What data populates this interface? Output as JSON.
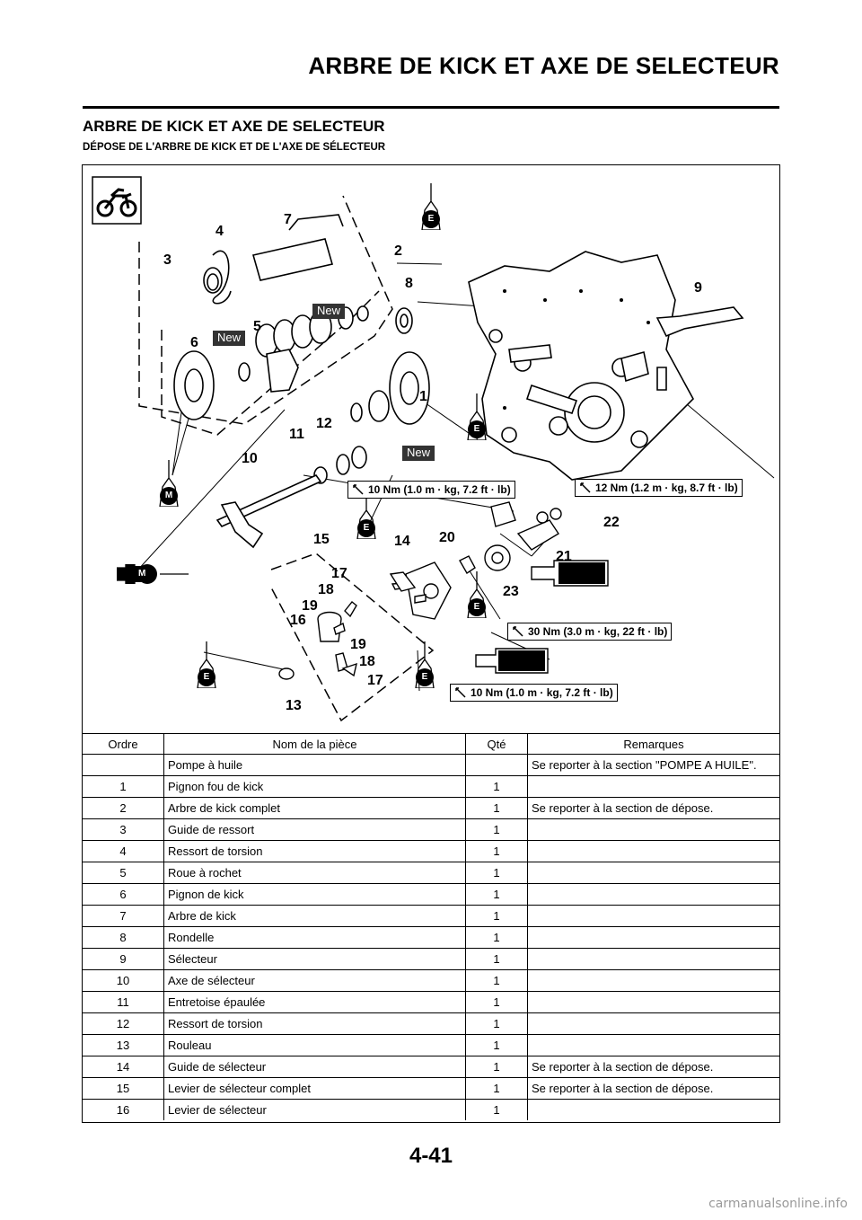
{
  "header": {
    "title": "ARBRE DE KICK ET AXE DE SELECTEUR"
  },
  "section": {
    "title": "ARBRE DE KICK ET AXE DE SELECTEUR",
    "subtitle": "DÉPOSE DE L'ARBRE DE KICK ET DE L'AXE DE SÉLECTEUR"
  },
  "diagram": {
    "callouts": [
      "1",
      "2",
      "3",
      "4",
      "5",
      "6",
      "7",
      "8",
      "9",
      "10",
      "11",
      "12",
      "13",
      "14",
      "15",
      "16",
      "17",
      "17",
      "18",
      "18",
      "19",
      "19",
      "20",
      "21",
      "22",
      "23"
    ],
    "new_badge": "New",
    "e_mark": "E",
    "m_mark": "M",
    "torque_specs": [
      "10 Nm (1.0 m · kg, 7.2 ft · lb)",
      "12 Nm (1.2 m · kg, 8.7 ft · lb)",
      "30 Nm (3.0 m · kg, 22 ft · lb)",
      "10 Nm (1.0 m · kg, 7.2 ft · lb)"
    ],
    "icons": [
      "motorcycle-icon",
      "wrench-icon",
      "oil-e-icon",
      "grease-m-icon",
      "locking-agent-icon"
    ]
  },
  "table": {
    "headers": [
      "Ordre",
      "Nom de la pièce",
      "Qté",
      "Remarques"
    ],
    "rows": [
      [
        "",
        "Pompe à huile",
        "",
        "Se reporter à la section \"POMPE A HUILE\"."
      ],
      [
        "1",
        "Pignon fou de kick",
        "1",
        ""
      ],
      [
        "2",
        "Arbre de kick complet",
        "1",
        "Se reporter à la section de dépose."
      ],
      [
        "3",
        "Guide de ressort",
        "1",
        ""
      ],
      [
        "4",
        "Ressort de torsion",
        "1",
        ""
      ],
      [
        "5",
        "Roue à rochet",
        "1",
        ""
      ],
      [
        "6",
        "Pignon de kick",
        "1",
        ""
      ],
      [
        "7",
        "Arbre de kick",
        "1",
        ""
      ],
      [
        "8",
        "Rondelle",
        "1",
        ""
      ],
      [
        "9",
        "Sélecteur",
        "1",
        ""
      ],
      [
        "10",
        "Axe de sélecteur",
        "1",
        ""
      ],
      [
        "11",
        "Entretoise épaulée",
        "1",
        ""
      ],
      [
        "12",
        "Ressort de torsion",
        "1",
        ""
      ],
      [
        "13",
        "Rouleau",
        "1",
        ""
      ],
      [
        "14",
        "Guide de sélecteur",
        "1",
        "Se reporter à la section de dépose."
      ],
      [
        "15",
        "Levier de sélecteur complet",
        "1",
        "Se reporter à la section de dépose."
      ],
      [
        "16",
        "Levier de sélecteur",
        "1",
        ""
      ]
    ]
  },
  "footer": {
    "page_number": "4-41"
  },
  "watermark": "carmanualsonline.info"
}
